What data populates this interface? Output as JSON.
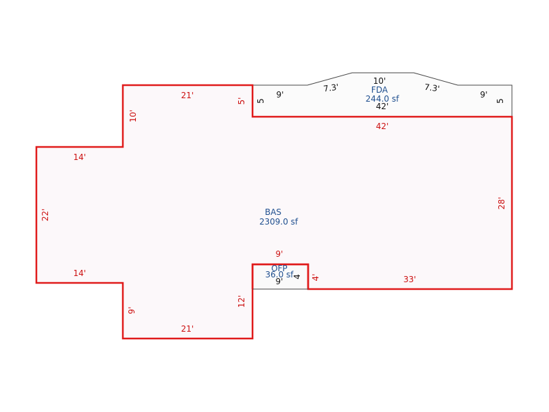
{
  "areas": {
    "bas": {
      "code": "BAS",
      "area": "2309.0 sf"
    },
    "fda": {
      "code": "FDA",
      "area": "244.0 sf"
    },
    "ofp": {
      "code": "OFP",
      "area": "36.0 sf"
    }
  },
  "dimensions": {
    "bas_top_left": "21'",
    "bas_left_upper_step": "10'",
    "bas_upper_notch": "5'",
    "bas_left_upper": "14'",
    "bas_left_side": "22'",
    "bas_left_lower": "14'",
    "bas_left_lower_step": "9'",
    "bas_bottom_left": "21'",
    "bas_inner_right": "12'",
    "bas_top_right": "42'",
    "bas_right_side": "28'",
    "bas_bottom_right": "33'",
    "fda_left": "5",
    "fda_top_left": "9'",
    "fda_slope_left": "7.3'",
    "fda_peak": "10'",
    "fda_slope_right": "7.3'",
    "fda_top_right": "9'",
    "fda_right": "5",
    "fda_bottom": "42'",
    "ofp_top": "9'",
    "ofp_bottom": "9'",
    "ofp_inner": "4",
    "ofp_side": "4'"
  },
  "colors": {
    "bas_outline": "#e01b1b",
    "area_fill": "#fcf8fa",
    "fda_outline": "#444444",
    "area_text": "#1f4f8f",
    "dim_text": "#cc1111"
  }
}
